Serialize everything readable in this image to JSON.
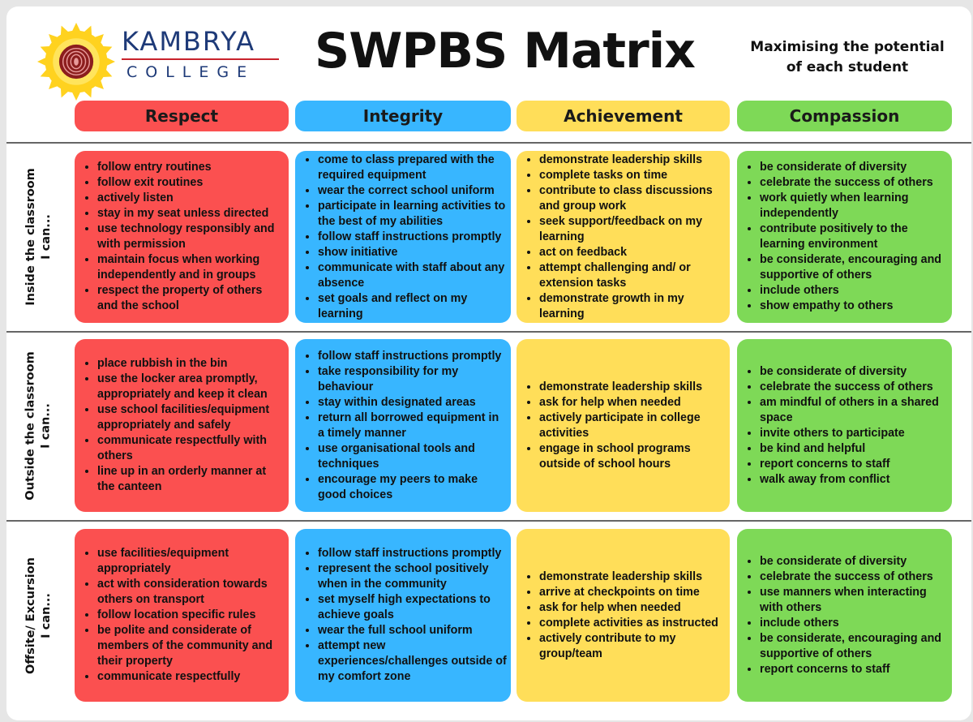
{
  "header": {
    "logo_name": "KAMBRYA",
    "logo_sub": "COLLEGE",
    "title": "SWPBS Matrix",
    "tagline_line1": "Maximising the potential",
    "tagline_line2": "of each student"
  },
  "columns": [
    "Respect",
    "Integrity",
    "Achievement",
    "Compassion"
  ],
  "rows": [
    {
      "label_line1": "Inside the classroom",
      "label_line2": "I can...",
      "cells": [
        [
          "follow entry routines",
          "follow exit routines",
          "actively listen",
          "stay in my seat unless directed",
          "use technology responsibly and with permission",
          "maintain focus when working independently and in groups",
          "respect the property of others and the school"
        ],
        [
          "come to class prepared with the required equipment",
          "wear the correct school uniform",
          "participate in learning activities to the best of my abilities",
          "follow staff instructions promptly",
          "show initiative",
          "communicate with staff about any absence",
          "set goals and reflect on my learning"
        ],
        [
          "demonstrate leadership skills",
          "complete tasks on time",
          "contribute to class discussions and group work",
          "seek support/feedback on my learning",
          "act on feedback",
          "attempt challenging and/ or extension tasks",
          "demonstrate growth in my learning"
        ],
        [
          "be considerate of diversity",
          "celebrate the success of others",
          "work quietly when learning independently",
          "contribute positively to the learning environment",
          "be considerate, encouraging and supportive of others",
          "include others",
          "show empathy to others"
        ]
      ]
    },
    {
      "label_line1": "Outside the classroom",
      "label_line2": "I can...",
      "cells": [
        [
          "place rubbish in the bin",
          "use the locker area promptly, appropriately and keep it clean",
          "use school facilities/equipment appropriately and safely",
          "communicate respectfully with others",
          "line up in an orderly manner at the canteen"
        ],
        [
          "follow staff instructions promptly",
          "take responsibility for my behaviour",
          "stay within designated areas",
          "return all borrowed equipment in a timely manner",
          "use organisational tools and techniques",
          "encourage my peers to make good choices"
        ],
        [
          "demonstrate leadership skills",
          "ask for help when needed",
          "actively participate in college activities",
          "engage in school programs outside of school hours"
        ],
        [
          "be considerate of diversity",
          "celebrate the success of others",
          "am mindful of others in a shared space",
          "invite others to participate",
          "be kind and helpful",
          "report concerns to staff",
          "walk away from conflict"
        ]
      ]
    },
    {
      "label_line1": "Offsite/ Excursion",
      "label_line2": "I can...",
      "cells": [
        [
          "use facilities/equipment appropriately",
          "act with consideration towards others on transport",
          "follow location specific rules",
          "be polite and considerate of members of the community and their property",
          "communicate respectfully"
        ],
        [
          "follow staff instructions promptly",
          "represent the school positively when in the community",
          "set myself high expectations to achieve goals",
          "wear the full school uniform",
          "attempt new experiences/challenges outside of my comfort zone"
        ],
        [
          "demonstrate leadership skills",
          "arrive at checkpoints on time",
          "ask for help when needed",
          "complete activities as instructed",
          "actively contribute to my group/team"
        ],
        [
          "be considerate of diversity",
          "celebrate the success of others",
          "use manners when interacting with others",
          "include others",
          "be considerate, encouraging and supportive of others",
          "report concerns to staff"
        ]
      ]
    }
  ]
}
